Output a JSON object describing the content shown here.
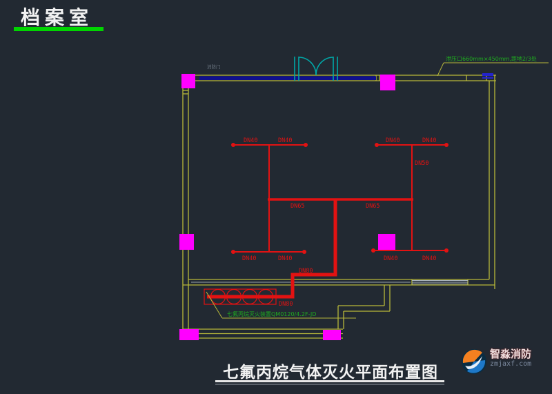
{
  "header": {
    "room_label": "档案室"
  },
  "footer": {
    "drawing_title": "七氟丙烷气体灭火平面布置图"
  },
  "annotations": {
    "relief_vent_note": "泄压口660mm×450mm,距地2/3处",
    "cylinder_note": "七氟丙烷灭火装置QM0120/4.2F-JD",
    "door_note": "消防门"
  },
  "pipe_labels": {
    "tl_a": "DN40",
    "tl_b": "DN40",
    "tr_a": "DN40",
    "tr_b": "DN40",
    "bl_a": "DN40",
    "bl_b": "DN40",
    "br_a": "DN40",
    "br_b": "DN40",
    "dn50": "DN50",
    "dn65_left": "DN65",
    "dn65_right": "DN65",
    "dn80_upper": "DN80",
    "dn80_lower": "DN80"
  },
  "watermark": {
    "brand": "智淼消防",
    "site": "zmjaxf.com"
  },
  "colors": {
    "background": "#222932",
    "wall_yellow": "#b8b83a",
    "pipe_red": "#e31212",
    "column_magenta": "#ff00ff",
    "door_cyan": "#00a8a8",
    "wall_fill_navy": "#10108c",
    "vent_blue": "#2424cc",
    "annotation_green": "#1fae1f",
    "title_bar_green": "#00d400",
    "text_white": "#f2f2f2",
    "window_gray": "#aab4bc"
  }
}
